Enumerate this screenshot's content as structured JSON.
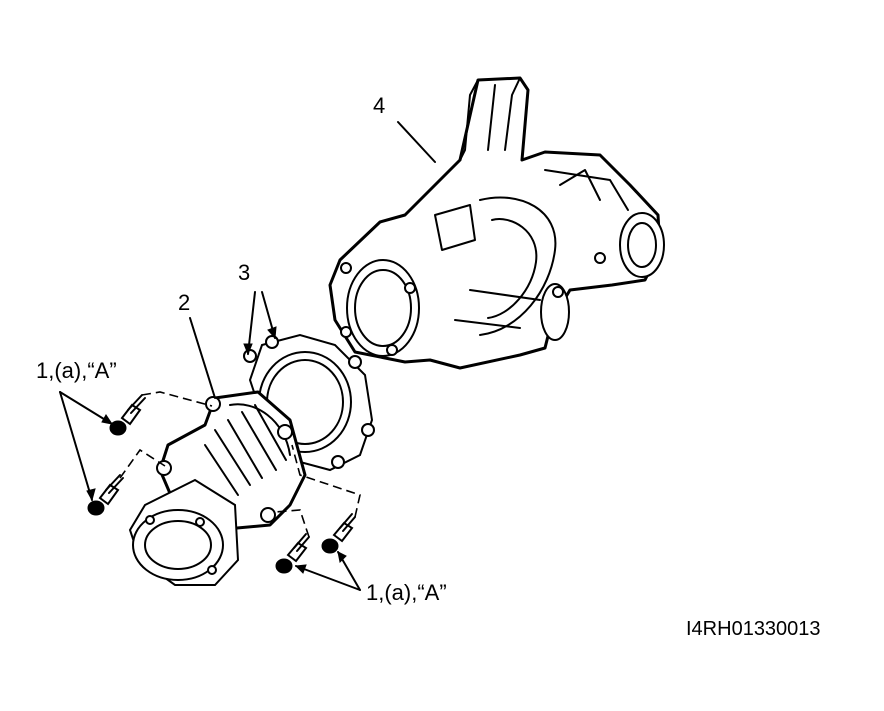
{
  "callouts": {
    "part_1_left": "1,(a),“A”",
    "part_1_right": "1,(a),“A”",
    "part_2": "2",
    "part_3": "3",
    "part_4": "4"
  },
  "figure_code": "I4RH01330013"
}
